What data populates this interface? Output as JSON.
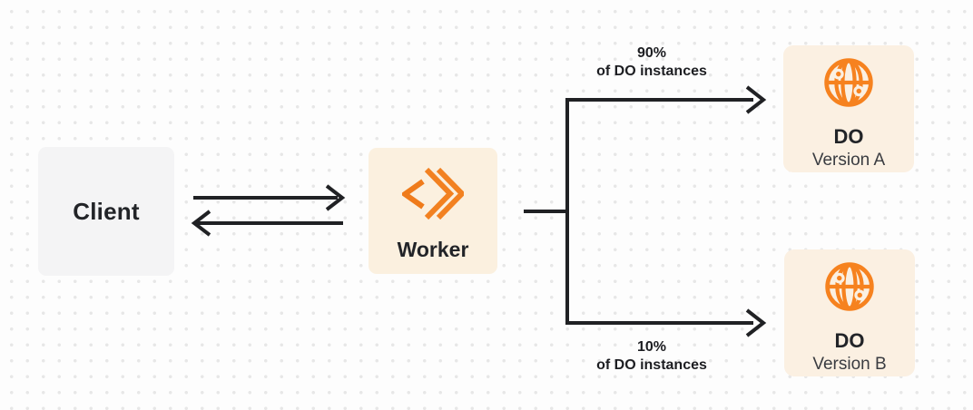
{
  "diagram": {
    "nodes": {
      "client": {
        "label": "Client"
      },
      "worker": {
        "label": "Worker",
        "icon": "cloudflare-workers-brackets"
      },
      "do_version_a": {
        "title": "DO",
        "subtitle": "Version A",
        "icon": "globe-durable-object"
      },
      "do_version_b": {
        "title": "DO",
        "subtitle": "Version B",
        "icon": "globe-durable-object"
      }
    },
    "edges": {
      "client_worker": {
        "type": "bidirectional-arrows"
      },
      "top_branch": {
        "label_line1": "90%",
        "label_line2": "of DO instances",
        "from": "Worker",
        "to": "DO Version A"
      },
      "bottom_branch": {
        "label_line1": "10%",
        "label_line2": "of DO instances",
        "from": "Worker",
        "to": "DO Version B"
      }
    },
    "colors": {
      "accent_orange": "#f6821f",
      "worker_node_background": "#fbf0df",
      "do_node_background": "#fbf0e2",
      "client_node_background": "#f4f4f5",
      "line_dark": "#202124",
      "dot_grid": "#e7e7e7"
    }
  }
}
